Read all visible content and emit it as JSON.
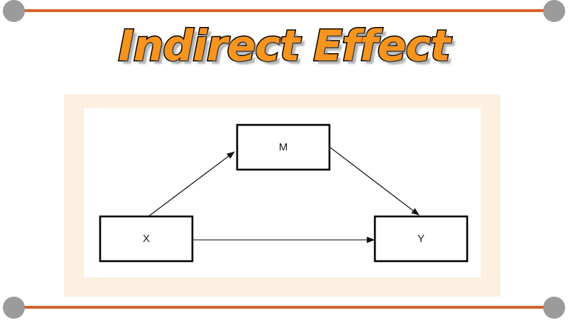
{
  "slide": {
    "title": "Indirect Effect",
    "background_color": "#FFFFFF"
  },
  "decorations": {
    "rule_color": "#D4622C",
    "knob_color": "#9B9B9B",
    "top_rule_name": "top-divider",
    "bottom_rule_name": "bottom-divider"
  },
  "title_style": {
    "fill_color": "#F7941E",
    "outline_color": "#000000",
    "shadow_color": "#787878"
  },
  "diagram": {
    "frame_color": "#FDF0E1",
    "inner_color": "#FFFFFF",
    "nodes": [
      {
        "id": "M",
        "label": "M"
      },
      {
        "id": "X",
        "label": "X"
      },
      {
        "id": "Y",
        "label": "Y"
      }
    ],
    "edges": [
      {
        "id": "x-to-m",
        "from": "X",
        "to": "M",
        "color": "#222222"
      },
      {
        "id": "m-to-y",
        "from": "M",
        "to": "Y",
        "color": "#222222"
      },
      {
        "id": "x-to-y",
        "from": "X",
        "to": "Y",
        "color": "#6E6E6E"
      }
    ]
  }
}
